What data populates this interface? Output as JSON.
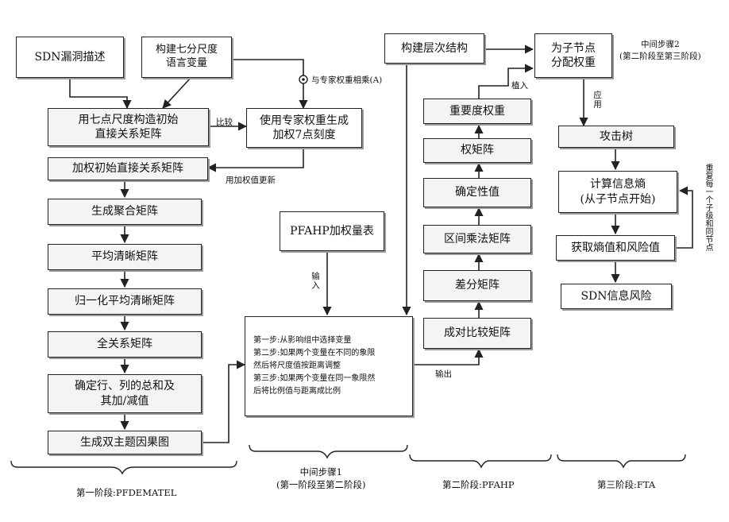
{
  "stage1": {
    "sdn_vuln": "SDN漏洞描述",
    "seven_terms": "构建七分尺度\n语言变量",
    "init_matrix": "用七点尺度构造初始\n直接关系矩阵",
    "compare_label": "比较",
    "expert_scale": "使用专家权重生成\n加权7点刻度",
    "expert_attach": "与专家权重相乘(A)",
    "weighted_init": "加权初始直接关系矩阵",
    "update_label": "用加权值更新",
    "aggregate": "生成聚合矩阵",
    "avg_clear": "平均清晰矩阵",
    "norm_avg": "归一化平均清晰矩阵",
    "total_rel": "全关系矩阵",
    "row_col": "确定行、列的总和及\n其加/减值",
    "cause_effect": "生成双主题因果图"
  },
  "mid1": {
    "pfahp_table": "PFAHP加权量表",
    "input_label": "输入",
    "steps": "第一步:从影响组中选择变量\n第二步:如果两个变量在不同的象限\n然后将尺度值按距离调整\n第三步:如果两个变量在同一象限然\n后将比例值与距离成比例",
    "output_label": "输出"
  },
  "stage2": {
    "hierarchy": "构建层次结构",
    "importance": "重要度权重",
    "insert_label": "植入",
    "weight_matrix": "权矩阵",
    "consistency": "确定性值",
    "interval": "区间乘法矩阵",
    "difference": "差分矩阵",
    "pairwise": "成对比较矩阵"
  },
  "stage3": {
    "assign_weight": "为子节点\n分配权重",
    "mid2_label": "中间步骤2\n(第二阶段至第三阶段)",
    "apply_label": "应用",
    "attack_tree": "攻击树",
    "compute_entropy": "计算信息熵\n(从子节点开始)",
    "get_values": "获取熵值和风险值",
    "sdn_risk": "SDN信息风险",
    "repeat_label": "重复每一个子级和同节点"
  },
  "footer": {
    "stage1": "第一阶段:PFDEMATEL",
    "mid1": "中间步骤1\n(第一阶段至第二阶段)",
    "stage2": "第二阶段:PFAHP",
    "stage3": "第三阶段:FTA"
  }
}
